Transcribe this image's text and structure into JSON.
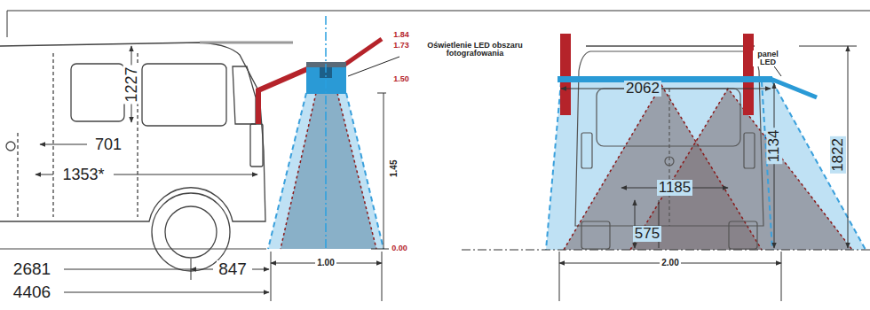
{
  "diagram": {
    "labels": [
      "1.84",
      "1.73",
      "1.50",
      "1.45",
      "0.00",
      "1.00",
      "Oświetlenie LED obszaru fotografowania",
      "1227",
      "701",
      "1353*",
      "2681",
      "847",
      "4406",
      "2062",
      "panel LED",
      "1134",
      "1822",
      "1185",
      "575",
      "2.00"
    ]
  }
}
